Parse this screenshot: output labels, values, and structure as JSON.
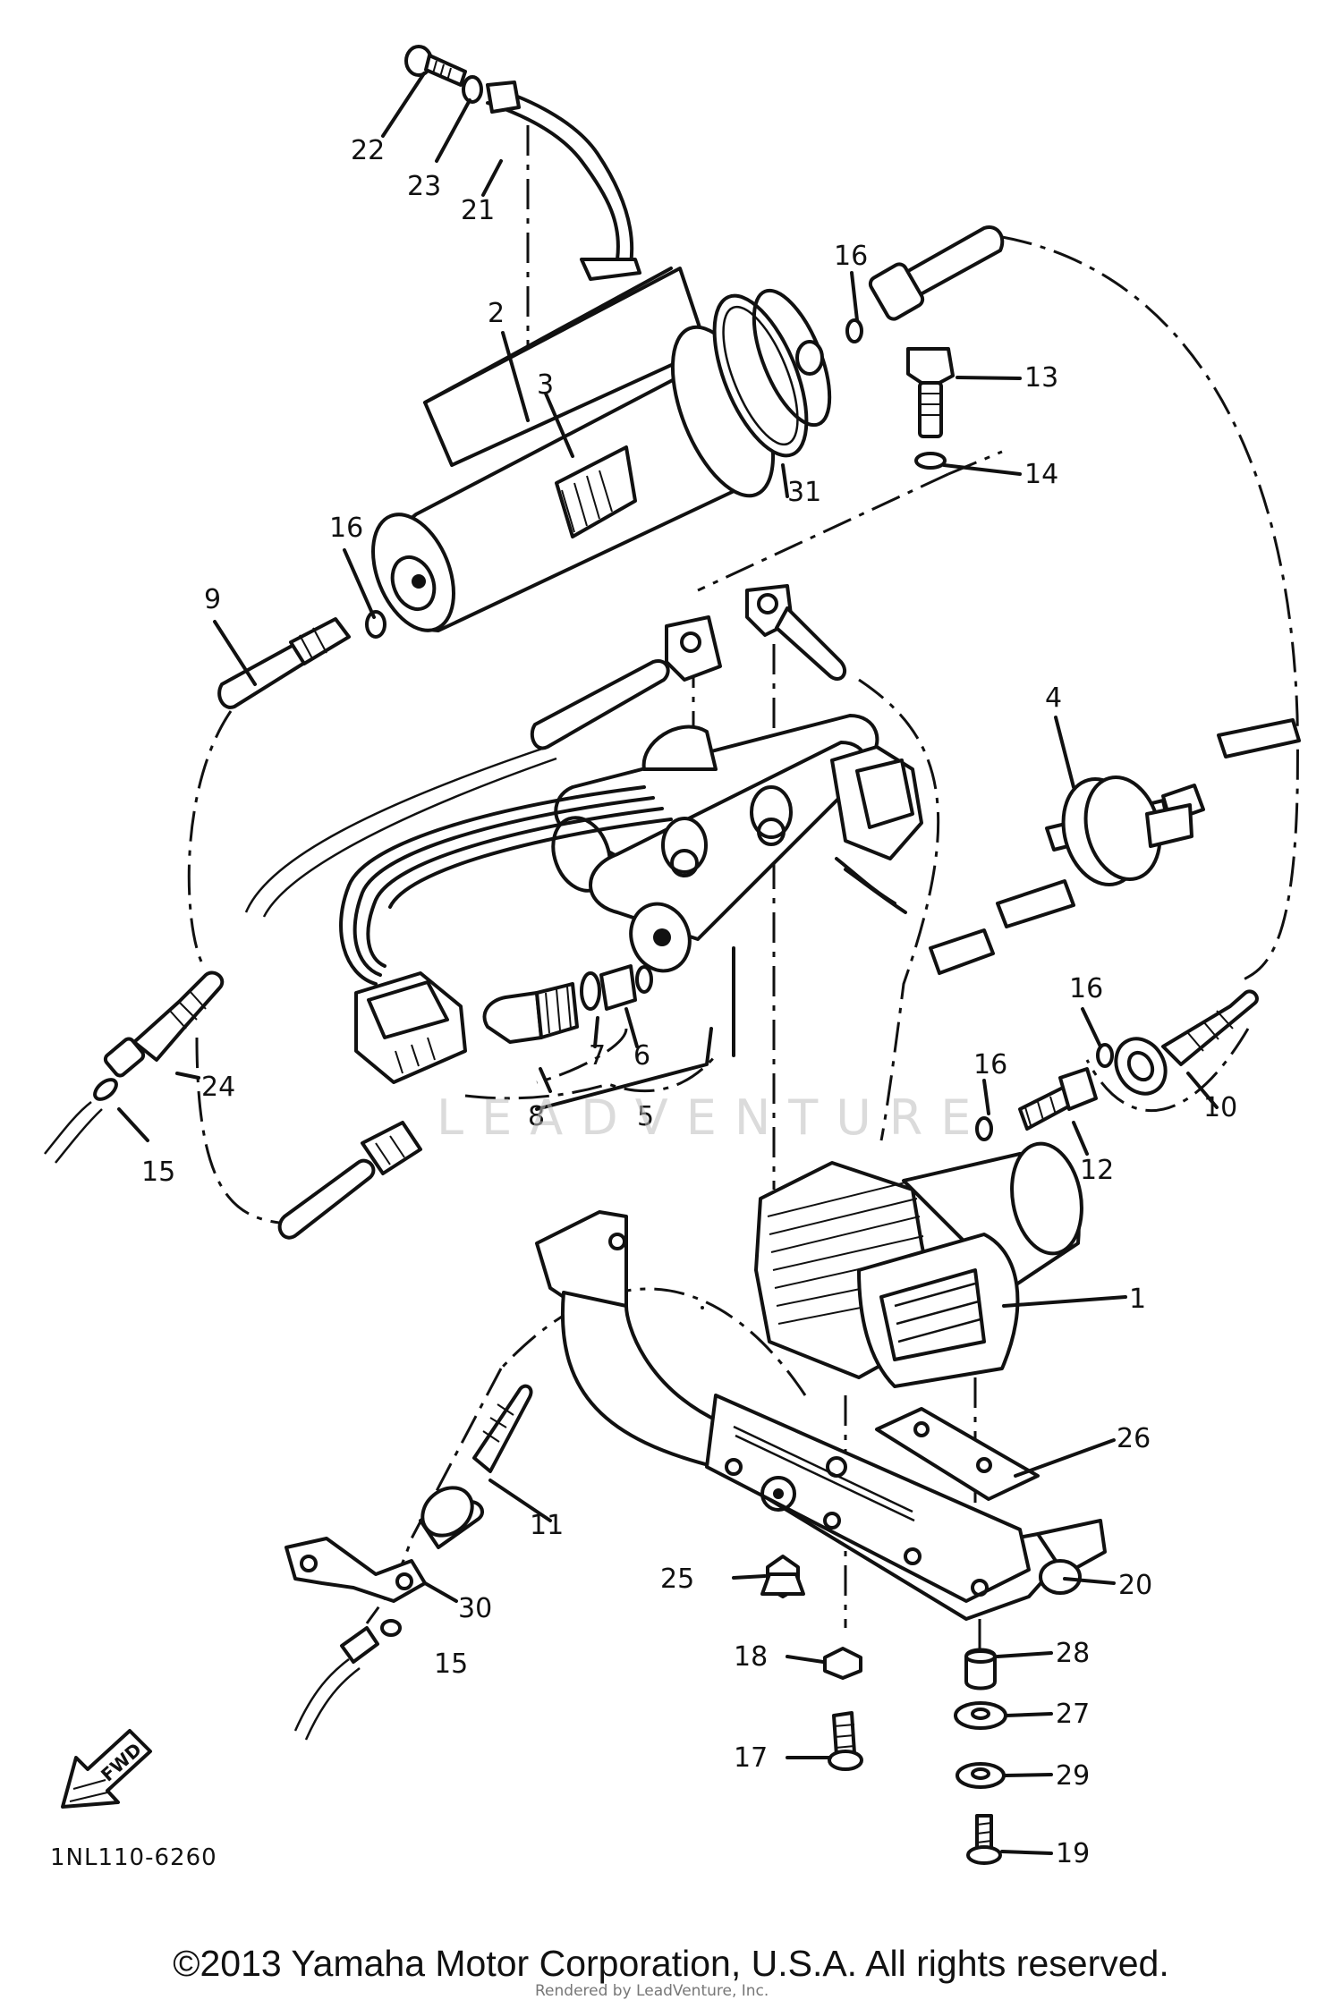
{
  "callouts": {
    "n1": "1",
    "n2": "2",
    "n3": "3",
    "n4": "4",
    "n5": "5",
    "n6": "6",
    "n7": "7",
    "n8": "8",
    "n9": "9",
    "n10": "10",
    "n11": "11",
    "n12": "12",
    "n13": "13",
    "n14": "14",
    "n15a": "15",
    "n15b": "15",
    "n16a": "16",
    "n16b": "16",
    "n16c": "16",
    "n16d": "16",
    "n17": "17",
    "n18": "18",
    "n19": "19",
    "n20": "20",
    "n21": "21",
    "n22": "22",
    "n23": "23",
    "n24": "24",
    "n25": "25",
    "n26": "26",
    "n27": "27",
    "n28": "28",
    "n29": "29",
    "n30": "30",
    "n31": "31"
  },
  "fwd_label": "FWD",
  "catalog_code": "1NL110-6260",
  "copyright": "©2013 Yamaha Motor Corporation, U.S.A. All rights reserved.",
  "watermark": "LEADVENTURE",
  "renderer": "Rendered by LeadVenture, Inc."
}
